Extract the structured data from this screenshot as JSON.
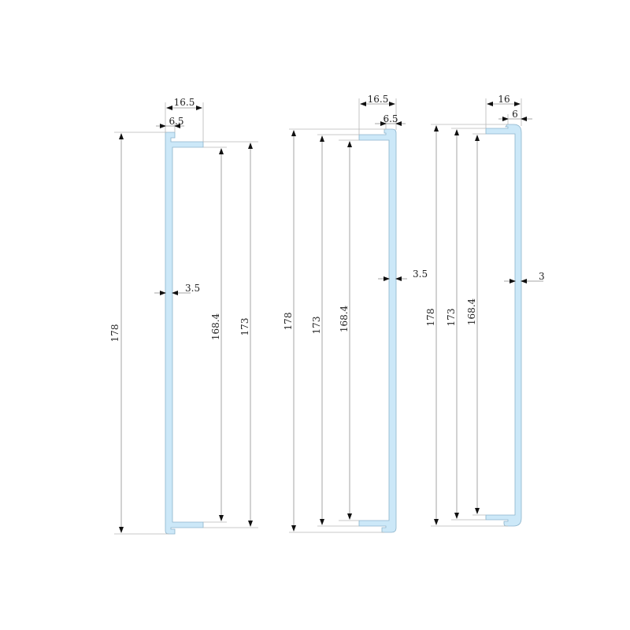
{
  "colors": {
    "profile_fill": "#cce8f8",
    "profile_stroke": "#8cb4cc",
    "dimension_line": "#909090",
    "text": "#222222",
    "background": "#ffffff"
  },
  "profiles": [
    {
      "id": "profile-1",
      "orientation": "web-left",
      "dimensions": {
        "overall_height": "178",
        "outer_flange_height": "173",
        "inner_height": "168.4",
        "flange_width": "16.5",
        "lip_width": "6.5",
        "web_thickness": "3.5"
      }
    },
    {
      "id": "profile-2",
      "orientation": "web-right",
      "dimensions": {
        "overall_height": "178",
        "outer_flange_height": "173",
        "inner_height": "168.4",
        "flange_width": "16.5",
        "lip_width": "6.5",
        "web_thickness": "3.5"
      }
    },
    {
      "id": "profile-3",
      "orientation": "web-right-rounded",
      "dimensions": {
        "overall_height": "178",
        "outer_flange_height": "173",
        "inner_height": "168.4",
        "flange_width": "16",
        "lip_width": "6",
        "web_thickness": "3"
      }
    }
  ]
}
